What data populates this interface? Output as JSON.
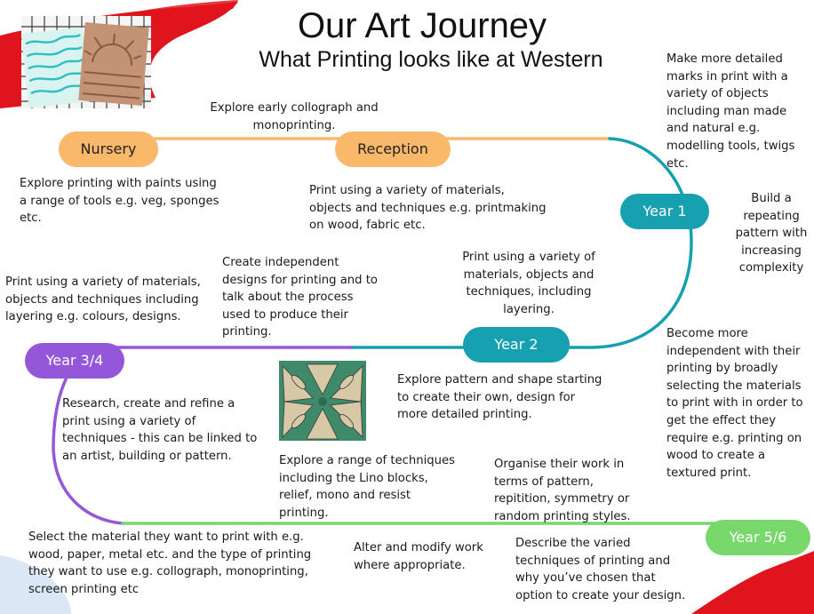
{
  "header": {
    "title": "Our Art Journey",
    "subtitle": "What Printing looks like at Western"
  },
  "colors": {
    "nursery_reception": "#f9b86a",
    "year1_year2": "#16a0b0",
    "year34": "#9557d9",
    "year56": "#78d86c",
    "brush_red": "#e0141c"
  },
  "stages": {
    "nursery": "Nursery",
    "reception": "Reception",
    "year1": "Year 1",
    "year2": "Year 2",
    "year34": "Year 3/4",
    "year56": "Year 5/6"
  },
  "notes": {
    "collograph": [
      "Explore early collograph and",
      "monoprinting."
    ],
    "nursery_paints": [
      "Explore printing with paints using",
      "a range of tools e.g. veg, sponges",
      "etc."
    ],
    "reception_materials": [
      "Print using a variety of materials,",
      "objects and techniques e.g. printmaking",
      "on wood, fabric etc."
    ],
    "detailed_marks": [
      "Make more detailed",
      "marks in print with a",
      "variety of objects",
      "including man made",
      "and natural e.g.",
      "modelling tools, twigs",
      "etc."
    ],
    "repeating_pattern": [
      "Build a",
      "repeating",
      "pattern with",
      "increasing",
      "complexity"
    ],
    "layering_designs": [
      "Print using a variety of materials,",
      "objects and techniques including",
      "layering e.g. colours, designs."
    ],
    "independent_designs": [
      "Create independent",
      "designs for printing and to",
      "talk about the process",
      "used to produce their",
      "printing."
    ],
    "year2_layering": [
      "Print using a variety of",
      "materials, objects and",
      "techniques, including",
      "layering."
    ],
    "more_independent": [
      "Become more",
      "independent with their",
      "printing by broadly",
      "selecting the materials",
      "to print with in order to",
      "get the effect they",
      "require e.g. printing on",
      "wood to create a",
      "textured print."
    ],
    "research": [
      "Research, create and refine a",
      "print using a variety of",
      "techniques - this can be linked to",
      "an artist, building or pattern."
    ],
    "pattern_shape": [
      "Explore pattern and shape starting",
      "to create their own, design for",
      "more detailed printing."
    ],
    "lino": [
      "Explore a range of techniques",
      "including the Lino blocks,",
      "relief, mono and resist",
      "printing."
    ],
    "organise": [
      "Organise their work in",
      "terms of pattern,",
      "repitition, symmetry or",
      "random printing styles."
    ],
    "select_material": [
      "Select the material they want to print with e.g.",
      "wood, paper, metal etc. and the type of printing",
      "they want to use e.g. collograph, monoprinting,",
      "screen printing etc"
    ],
    "alter": [
      "Alter and modify work",
      "where appropriate."
    ],
    "describe": [
      "Describe the varied",
      "techniques of printing and",
      "why you’ve chosen that",
      "option to create your design."
    ]
  }
}
